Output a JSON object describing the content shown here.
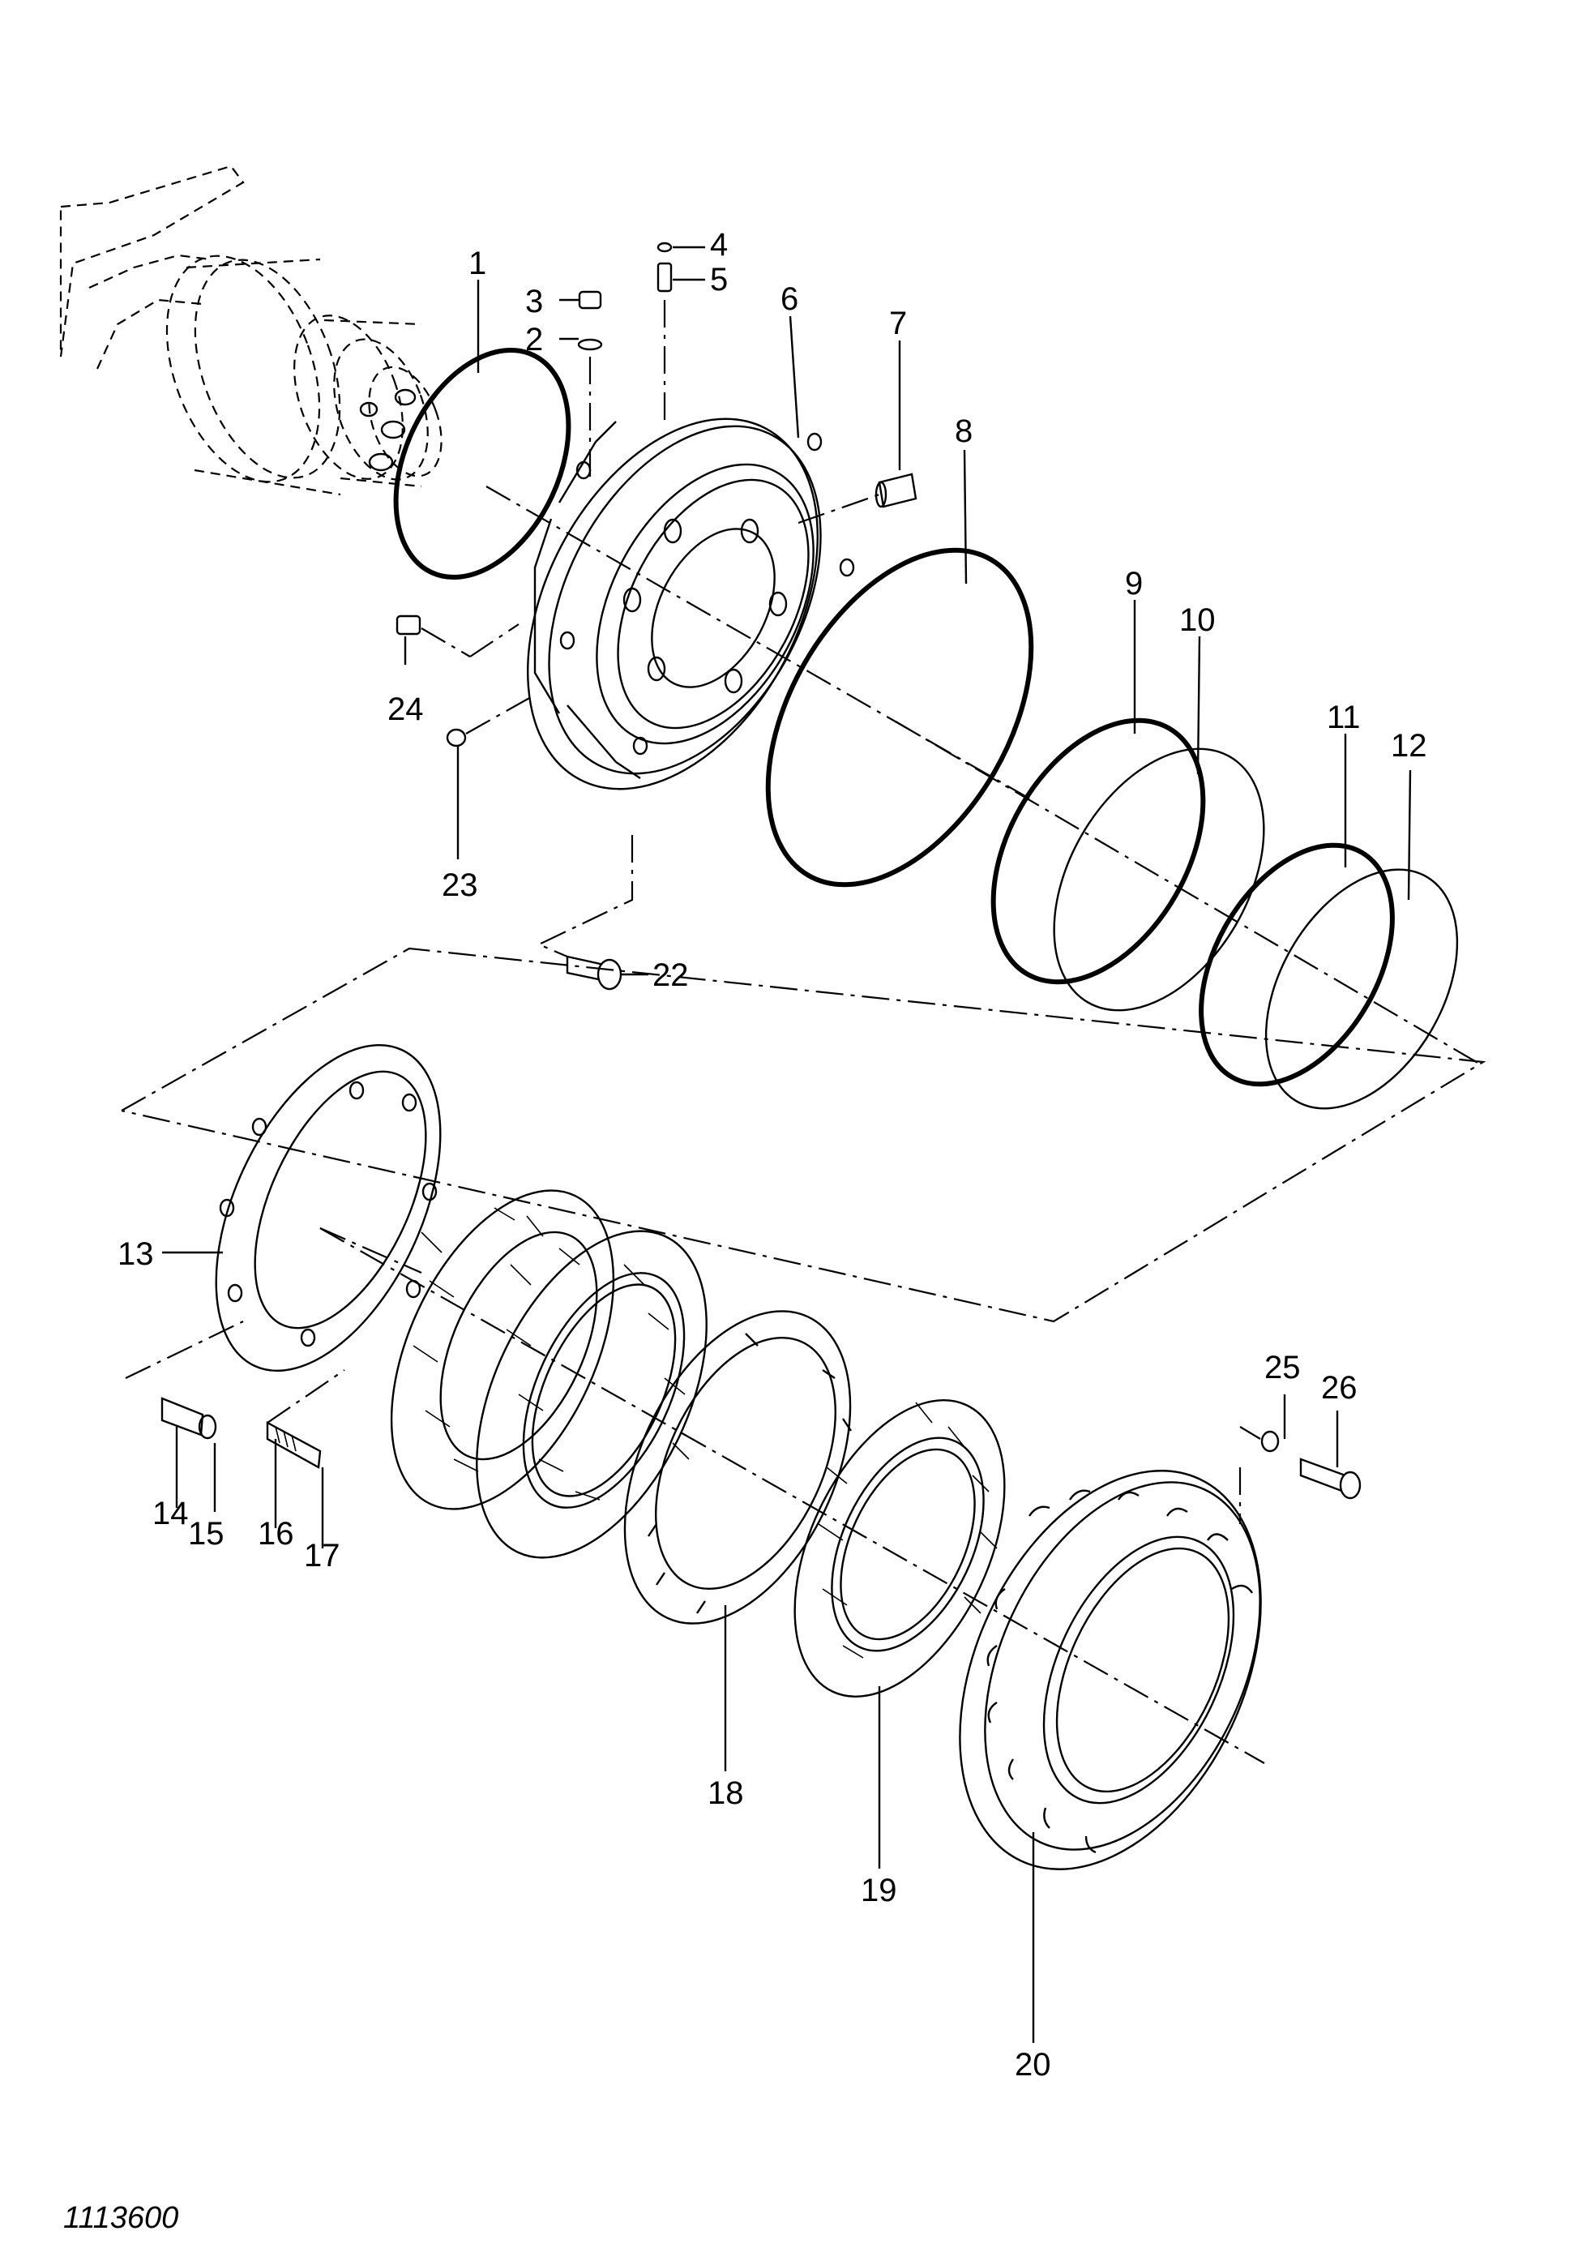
{
  "diagram": {
    "callouts": [
      {
        "id": "1",
        "text": "1"
      },
      {
        "id": "2",
        "text": "2"
      },
      {
        "id": "3",
        "text": "3"
      },
      {
        "id": "4",
        "text": "4"
      },
      {
        "id": "5",
        "text": "5"
      },
      {
        "id": "6",
        "text": "6"
      },
      {
        "id": "7",
        "text": "7"
      },
      {
        "id": "8",
        "text": "8"
      },
      {
        "id": "9",
        "text": "9"
      },
      {
        "id": "10",
        "text": "10"
      },
      {
        "id": "11",
        "text": "11"
      },
      {
        "id": "12",
        "text": "12"
      },
      {
        "id": "13",
        "text": "13"
      },
      {
        "id": "14",
        "text": "14"
      },
      {
        "id": "15",
        "text": "15"
      },
      {
        "id": "16",
        "text": "16"
      },
      {
        "id": "17",
        "text": "17"
      },
      {
        "id": "18",
        "text": "18"
      },
      {
        "id": "19",
        "text": "19"
      },
      {
        "id": "20",
        "text": "20"
      },
      {
        "id": "22",
        "text": "22"
      },
      {
        "id": "23",
        "text": "23"
      },
      {
        "id": "24",
        "text": "24"
      },
      {
        "id": "25",
        "text": "25"
      },
      {
        "id": "26",
        "text": "26"
      }
    ],
    "document_number": "1113600"
  }
}
